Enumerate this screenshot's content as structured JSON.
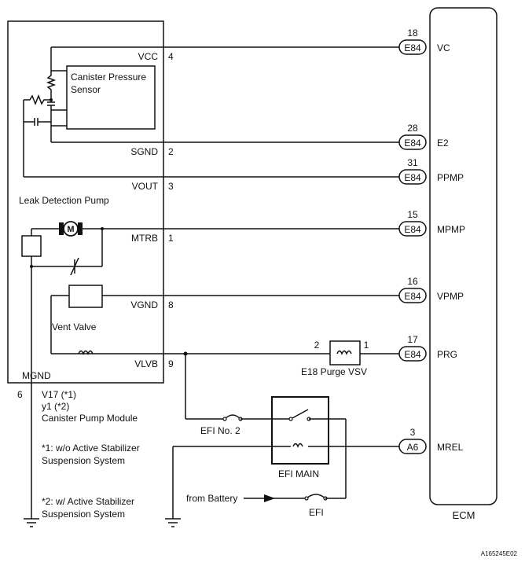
{
  "module": {
    "vcc": "VCC",
    "sgnd": "SGND",
    "vout": "VOUT",
    "mtrb": "MTRB",
    "vgnd": "VGND",
    "vlvb": "VLVB",
    "mgnd": "MGND",
    "pin_vcc": "4",
    "pin_sgnd": "2",
    "pin_vout": "3",
    "pin_mtrb": "1",
    "pin_vgnd": "8",
    "pin_vlvb": "9",
    "pin_gnd": "6",
    "sensor_line1": "Canister Pressure",
    "sensor_line2": "Sensor",
    "pump_label": "Leak Detection Pump",
    "vent_label": "Vent Valve",
    "motor_symbol": "M"
  },
  "module_caption": {
    "line1": "V17 (*1)",
    "line2": "y1 (*2)",
    "line3": "Canister Pump Module"
  },
  "notes": {
    "n1_line1": "*1: w/o Active Stabilizer",
    "n1_line2": "Suspension System",
    "n2_line1": "*2: w/ Active Stabilizer",
    "n2_line2": "Suspension System"
  },
  "ecm": {
    "label": "ECM",
    "pins": [
      {
        "num": "18",
        "conn": "E84",
        "sig": "VC"
      },
      {
        "num": "28",
        "conn": "E84",
        "sig": "E2"
      },
      {
        "num": "31",
        "conn": "E84",
        "sig": "PPMP"
      },
      {
        "num": "15",
        "conn": "E84",
        "sig": "MPMP"
      },
      {
        "num": "16",
        "conn": "E84",
        "sig": "VPMP"
      },
      {
        "num": "17",
        "conn": "E84",
        "sig": "PRG"
      },
      {
        "num": "3",
        "conn": "A6",
        "sig": "MREL"
      }
    ]
  },
  "purge": {
    "pin_left": "2",
    "pin_right": "1",
    "label": "E18  Purge VSV"
  },
  "relay": {
    "fuse_label": "EFI No. 2",
    "relay_label": "EFI MAIN"
  },
  "battery": {
    "from_label": "from Battery",
    "fuse_label": "EFI"
  },
  "footer": {
    "code": "A165245E02"
  }
}
